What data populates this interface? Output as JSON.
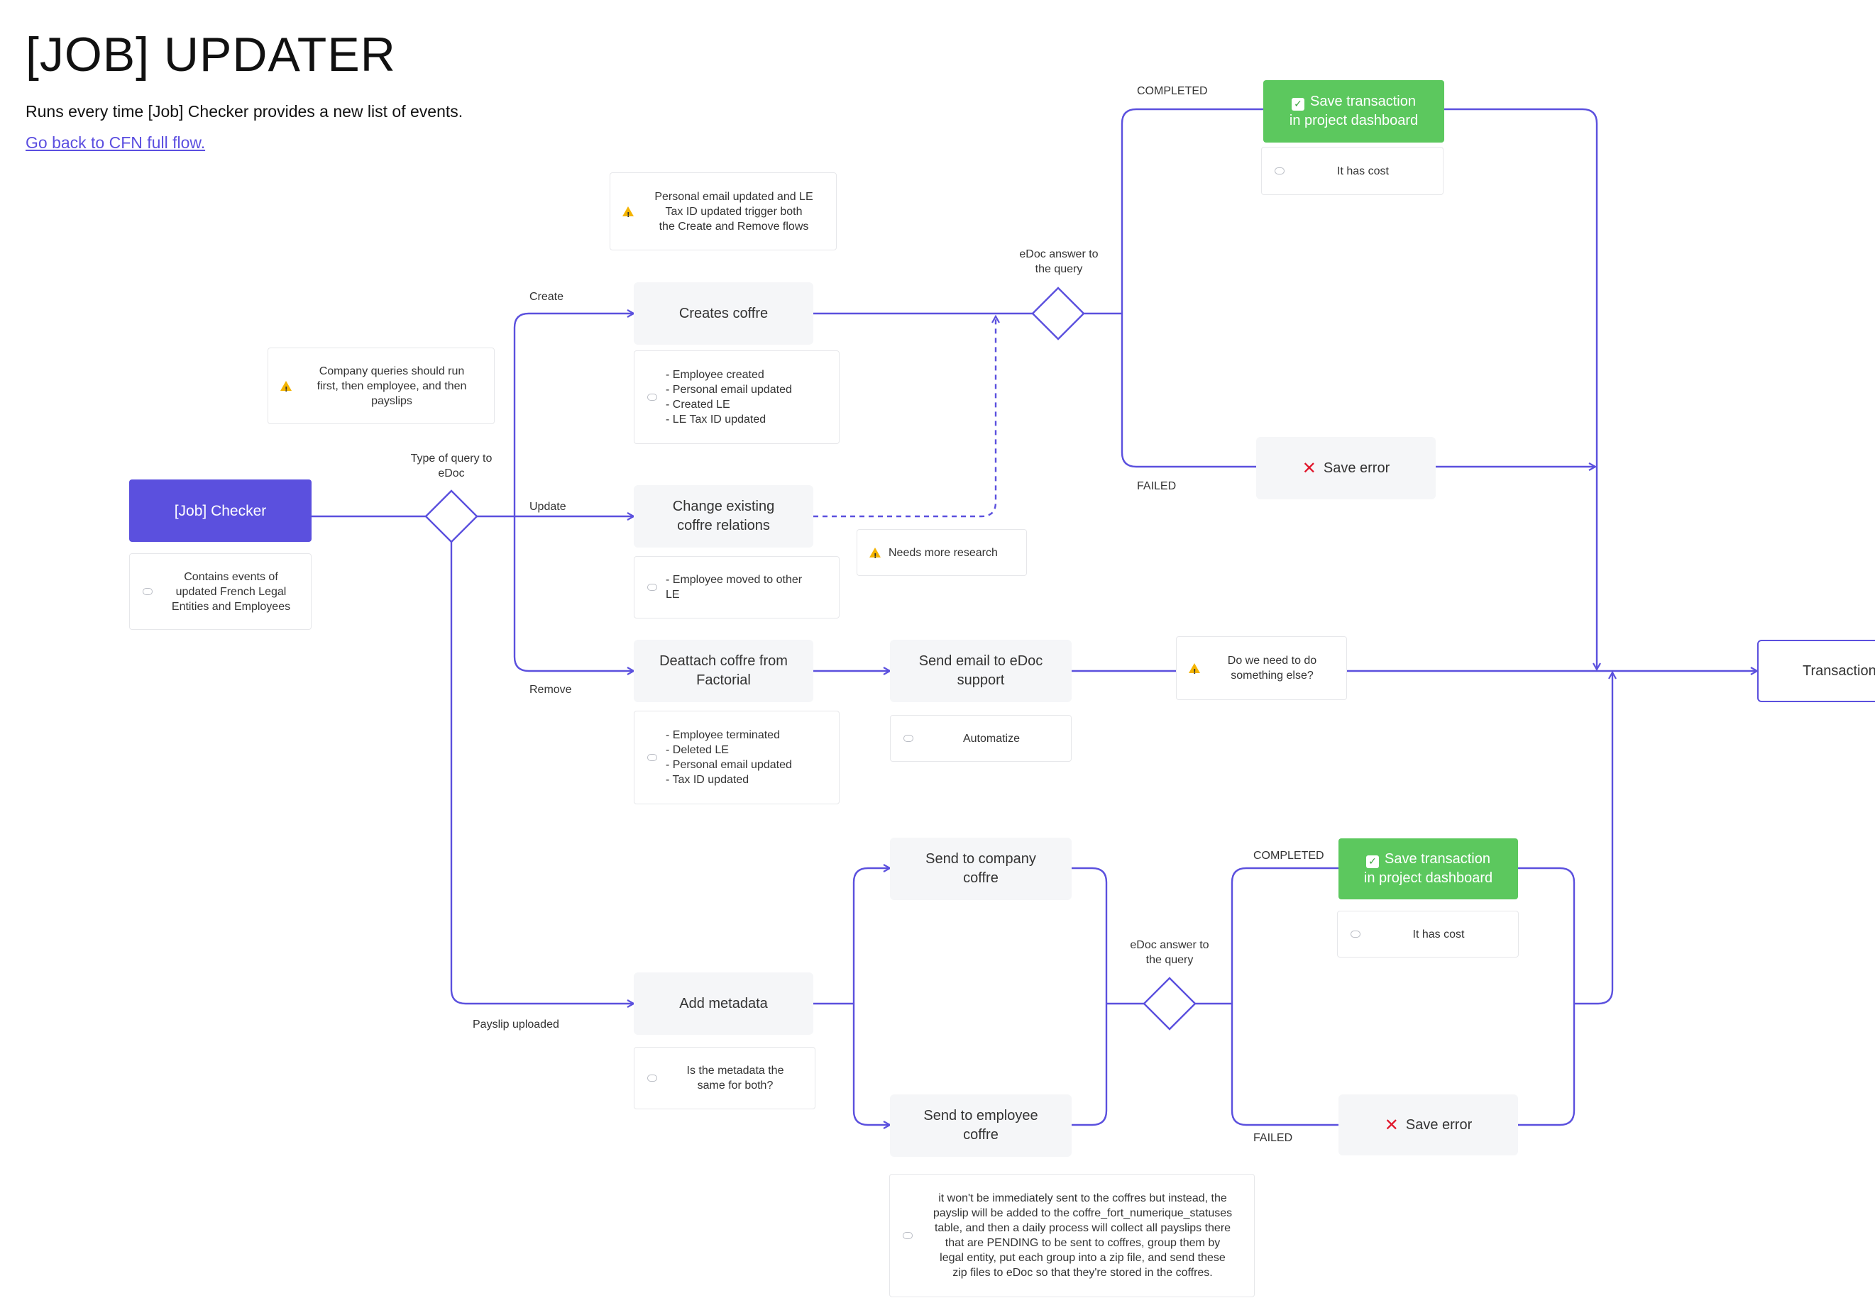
{
  "page": {
    "title": "[JOB] UPDATER",
    "subtitle": "Runs every time [Job] Checker provides a new list of events.",
    "back_link": "Go back to CFN full flow."
  },
  "colors": {
    "accent": "#5b50de",
    "success": "#5cc85e",
    "error": "#e0162b",
    "warning": "#f4b400",
    "node_bg": "#f5f6f8"
  },
  "nodes": {
    "job_checker": "[Job] Checker",
    "creates_coffre": "Creates coffre",
    "change_relations": "Change existing\ncoffre relations",
    "deattach": "Deattach coffre from\nFactorial",
    "send_email_support": "Send email to eDoc\nsupport",
    "add_metadata": "Add metadata",
    "send_company_coffre": "Send to company\ncoffre",
    "send_employee_coffre": "Send to employee\ncoffre",
    "save_transaction_top": {
      "icon": "check-icon",
      "line1": "Save transaction",
      "line2": "in project dashboard"
    },
    "save_error_top": {
      "icon": "cross-icon",
      "text": "Save error"
    },
    "save_transaction_bottom": {
      "icon": "check-icon",
      "line1": "Save transaction",
      "line2": "in project dashboard"
    },
    "save_error_bottom": {
      "icon": "cross-icon",
      "text": "Save error"
    },
    "transaction": "Transaction"
  },
  "notes": {
    "job_checker": {
      "icon": "comment-icon",
      "text": "Contains events of\nupdated French Legal\nEntities and Employees"
    },
    "company_queries": {
      "icon": "warning-icon",
      "text": "Company queries should run\nfirst, then employee, and then\npayslips"
    },
    "personal_email": {
      "icon": "warning-icon",
      "text": "Personal email updated and LE\nTax ID updated trigger both\nthe Create and Remove flows"
    },
    "creates_coffre": {
      "icon": "comment-icon",
      "text": "- Employee created\n- Personal email updated\n- Created LE\n- LE Tax ID updated"
    },
    "change_relations": {
      "icon": "comment-icon",
      "text": "- Employee moved to other\nLE"
    },
    "needs_research": {
      "icon": "warning-icon",
      "text": "Needs more research"
    },
    "deattach": {
      "icon": "comment-icon",
      "text": "- Employee terminated\n- Deleted LE\n- Personal email updated\n- Tax ID updated"
    },
    "automatize": {
      "icon": "comment-icon",
      "text": "Automatize"
    },
    "do_we_need": {
      "icon": "warning-icon",
      "text": "Do we need to do\nsomething else?"
    },
    "cost_top": {
      "icon": "comment-icon",
      "text": "It has cost"
    },
    "cost_bottom": {
      "icon": "comment-icon",
      "text": "It has cost"
    },
    "metadata_same": {
      "icon": "comment-icon",
      "text": "Is the metadata the\nsame for both?"
    },
    "payslip_process": {
      "icon": "comment-icon",
      "text": "it won't be immediately sent to the coffres but instead, the\npayslip will be added to the coffre_fort_numerique_statuses\ntable, and then a daily process will collect all payslips there\nthat are PENDING to be sent to coffres, group them by\nlegal entity, put each group into a zip file, and send these\nzip files to eDoc so that they're stored in the coffres."
    }
  },
  "labels": {
    "type_of_query": "Type of query to\neDoc",
    "create": "Create",
    "update": "Update",
    "remove": "Remove",
    "payslip_uploaded": "Payslip uploaded",
    "edoc_answer_top": "eDoc answer to\nthe query",
    "edoc_answer_bottom": "eDoc answer to\nthe query",
    "completed_top": "COMPLETED",
    "failed_top": "FAILED",
    "completed_bottom": "COMPLETED",
    "failed_bottom": "FAILED"
  }
}
